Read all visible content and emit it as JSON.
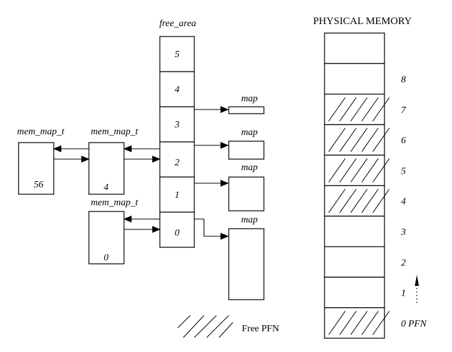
{
  "free_area": {
    "title": "free_area",
    "slots": [
      "5",
      "4",
      "3",
      "2",
      "1",
      "0"
    ]
  },
  "map_labels": [
    "map",
    "map",
    "map",
    "map"
  ],
  "mem_map_t": [
    {
      "label": "mem_map_t",
      "value": "56"
    },
    {
      "label": "mem_map_t",
      "value": "4"
    },
    {
      "label": "mem_map_t",
      "value": "0"
    }
  ],
  "physical_memory": {
    "title": "PHYSICAL MEMORY",
    "frames": [
      {
        "label": "",
        "free": false
      },
      {
        "label": "8",
        "free": false
      },
      {
        "label": "7",
        "free": true
      },
      {
        "label": "6",
        "free": true
      },
      {
        "label": "5",
        "free": true
      },
      {
        "label": "4",
        "free": true
      },
      {
        "label": "3",
        "free": false
      },
      {
        "label": "2",
        "free": false
      },
      {
        "label": "1",
        "free": false
      },
      {
        "label": "0 PFN",
        "free": true
      }
    ]
  },
  "legend": {
    "label": "Free PFN"
  },
  "colors": {
    "stroke": "#000000",
    "background": "#ffffff"
  }
}
